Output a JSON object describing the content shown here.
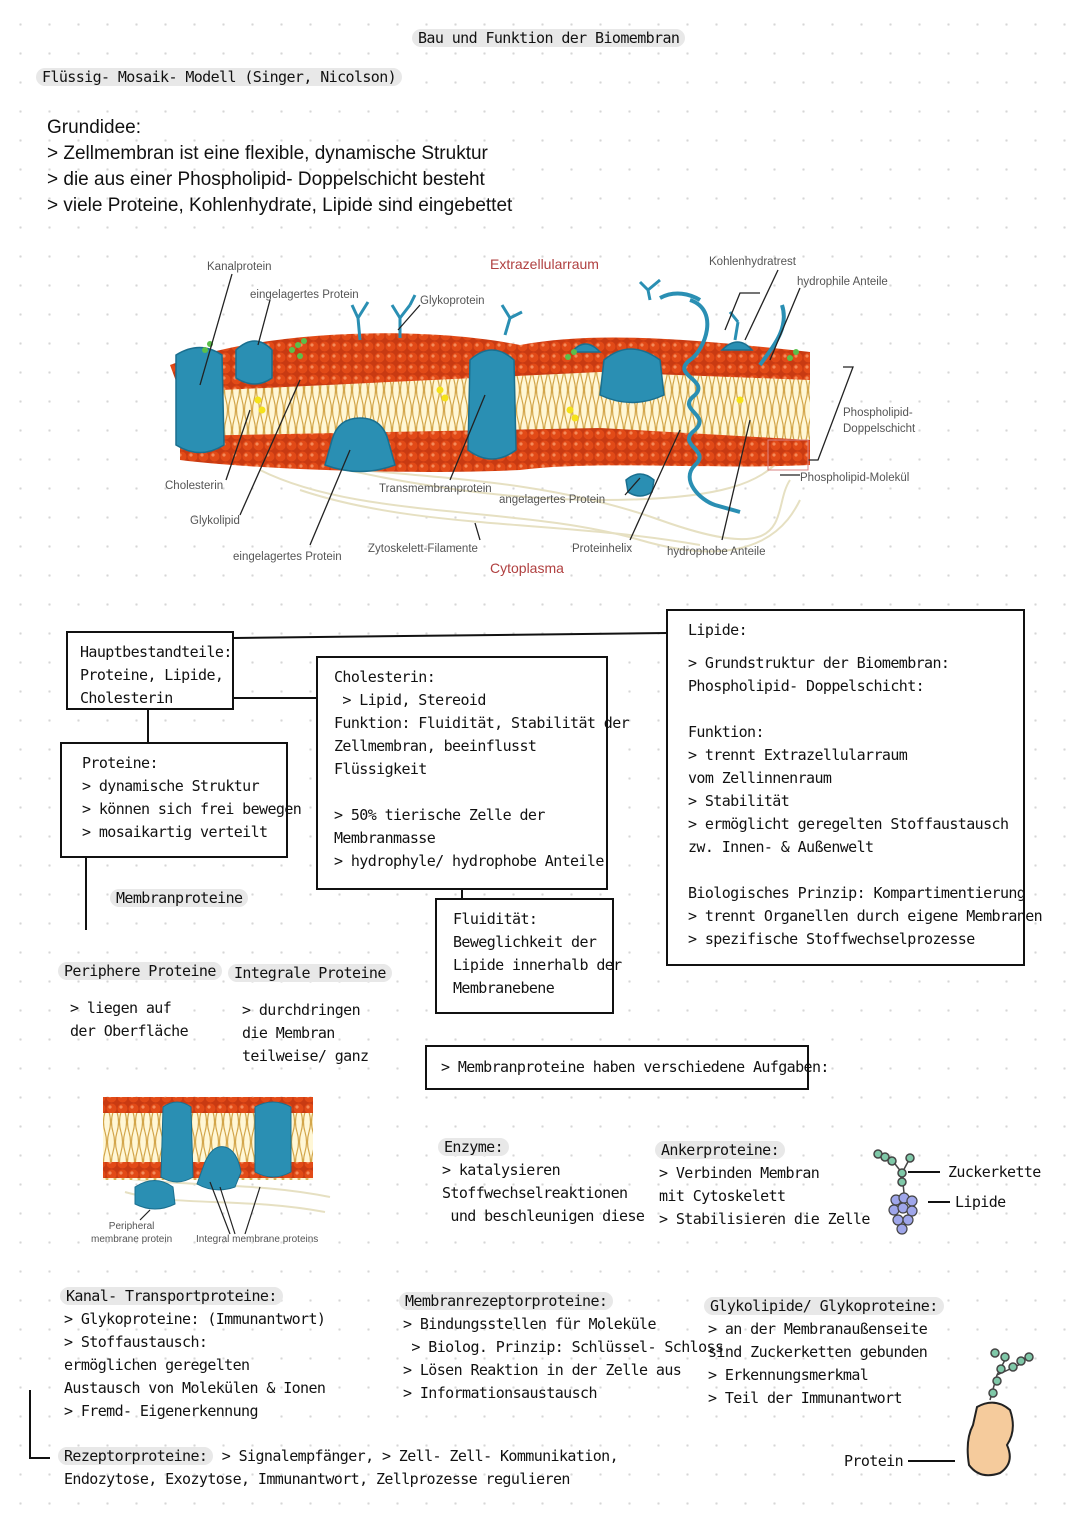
{
  "title": "Bau und Funktion der Biomembran",
  "model_heading": "Flüssig- Mosaik- Modell (Singer, Nicolson)",
  "grundidee": {
    "heading": "Grundidee:",
    "lines": [
      "> Zellmembran ist eine flexible, dynamische Struktur",
      "> die aus einer Phospholipid- Doppelschicht besteht",
      "> viele Proteine, Kohlenhydrate, Lipide sind eingebettet"
    ]
  },
  "diagram": {
    "extracellular": "Extrazellularraum",
    "cytoplasm": "Cytoplasma",
    "labels": {
      "kanalprotein": "Kanalprotein",
      "eingelagertes_oben": "eingelagertes Protein",
      "glykoprotein": "Glykoprotein",
      "kohlenhydratrest": "Kohlenhydratrest",
      "hydrophile": "hydrophile Anteile",
      "doppelschicht": "Phospholipid-\nDoppelschicht",
      "molekuel": "Phospholipid-Molekül",
      "cholesterin": "Cholesterin",
      "glykolipid": "Glykolipid",
      "eingelagertes_unten": "eingelagertes Protein",
      "transmembran": "Transmembranprotein",
      "zytoskelett": "Zytoskelett-Filamente",
      "angelagertes": "angelagertes Protein",
      "proteinhelix": "Proteinhelix",
      "hydrophobe": "hydrophobe Anteile"
    }
  },
  "hauptbestandteile": {
    "heading": "Hauptbestandteile:",
    "lines": [
      "Proteine, Lipide,",
      "Cholesterin"
    ]
  },
  "proteine": {
    "heading": "Proteine:",
    "lines": [
      "> dynamische Struktur",
      "> können sich frei bewegen",
      "> mosaikartig verteilt"
    ]
  },
  "cholesterin": {
    "heading": "Cholesterin:",
    "lines": [
      " > Lipid, Stereoid",
      "Funktion: Fluidität, Stabilität der",
      "Zellmembran, beeinflusst",
      "Flüssigkeit",
      "",
      "> 50% tierische Zelle der",
      "Membranmasse",
      "> hydrophyle/ hydrophobe Anteile"
    ]
  },
  "lipide": {
    "heading": "Lipide:",
    "lines": [
      "> Grundstruktur der Biomembran:",
      "Phospholipid- Doppelschicht:",
      "",
      "Funktion:",
      "> trennt Extrazellularraum",
      "vom Zellinnenraum",
      "> Stabilität",
      "> ermöglicht geregelten Stoffaustausch",
      "zw. Innen- & Außenwelt",
      "",
      "Biologisches Prinzip: Kompartimentierung",
      "> trennt Organellen durch eigene Membranen",
      "> spezifische Stoffwechselprozesse"
    ]
  },
  "fluiditaet": {
    "heading": "Fluidität:",
    "lines": [
      "Beweglichkeit der",
      "Lipide innerhalb der",
      "Membranebene"
    ]
  },
  "membranproteine": "Membranproteine",
  "periphere": {
    "heading": "Periphere Proteine",
    "lines": [
      "> liegen auf",
      "der Oberfläche"
    ]
  },
  "integrale": {
    "heading": "Integrale Proteine",
    "lines": [
      "> durchdringen",
      "die Membran",
      "teilweise/ ganz"
    ]
  },
  "small_diagram": {
    "peripheral": "Peripheral\nmembrane protein",
    "integral": "Integral membrane proteins"
  },
  "aufgaben": "> Membranproteine haben verschiedene Aufgaben:",
  "enzyme": {
    "heading": "Enzyme:",
    "lines": [
      "> katalysieren",
      "Stoffwechselreaktionen",
      " und beschleunigen diese"
    ]
  },
  "anker": {
    "heading": "Ankerproteine:",
    "lines": [
      "> Verbinden Membran",
      "mit Cytoskelett",
      "> Stabilisieren die Zelle"
    ]
  },
  "glyko_icon": {
    "zucker": "Zuckerkette",
    "lipide": "Lipide"
  },
  "kanal": {
    "heading": "Kanal- Transportproteine:",
    "lines": [
      "> Glykoproteine: (Immunantwort)",
      "> Stoffaustausch:",
      "ermöglichen geregelten",
      "Austausch von Molekülen & Ionen",
      "> Fremd- Eigenerkennung"
    ]
  },
  "rezeptor_mem": {
    "heading": "Membranrezeptorproteine:",
    "lines": [
      "> Bindungsstellen für Moleküle",
      " > Biolog. Prinzip: Schlüssel- Schloss",
      "> Lösen Reaktion in der Zelle aus",
      "> Informationsaustausch"
    ]
  },
  "glykolipide": {
    "heading": "Glykolipide/ Glykoproteine:",
    "lines": [
      "> an der Membranaußenseite",
      "sind Zuckerketten gebunden",
      "> Erkennungsmerkmal",
      "> Teil der Immunantwort"
    ]
  },
  "rezeptorproteine": {
    "heading": "Rezeptorproteine:",
    "line1": " > Signalempfänger, > Zell- Zell- Kommunikation,",
    "line2": "Endozytose, Exozytose, Immunantwort, Zellprozesse regulieren"
  },
  "protein_label": "Protein"
}
